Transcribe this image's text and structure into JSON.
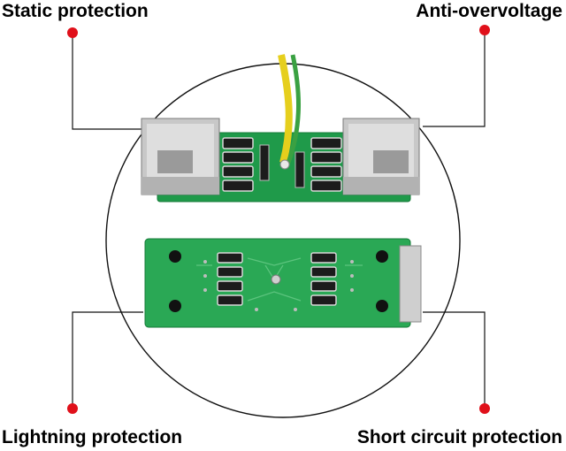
{
  "labels": {
    "top_left": "Static protection",
    "top_right": "Anti-overvoltage",
    "bottom_left": "Lightning protection",
    "bottom_right": "Short circuit protection"
  },
  "colors": {
    "dot": "#e0101a",
    "pcb": "#1f9a4a",
    "wire_yellow": "#e6cf1d",
    "wire_green": "#3aa142"
  }
}
